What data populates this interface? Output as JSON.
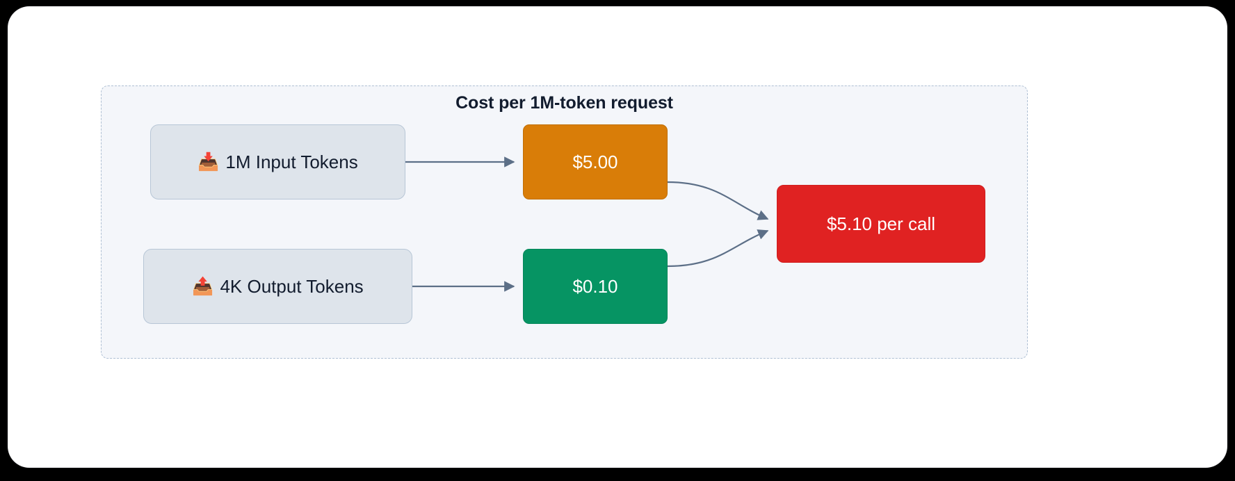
{
  "diagram": {
    "title": "Cost per 1M-token request",
    "type": "flowchart",
    "direction": "left-to-right",
    "background_color": "#ffffff",
    "canvas_color": "#000000",
    "subgraph_fill": "#f4f6fa",
    "subgraph_border": "#aebfd3",
    "edge_color": "#5c6f87"
  },
  "nodes": {
    "input_tokens": {
      "label": "1M Input Tokens",
      "emoji": "📥",
      "emoji_name": "inbox-tray",
      "fill": "#dee4eb",
      "stroke": "#b7c6d6",
      "text_color": "#121c2e"
    },
    "output_tokens": {
      "label": "4K Output Tokens",
      "emoji": "📤",
      "emoji_name": "outbox-tray",
      "fill": "#dee4eb",
      "stroke": "#b7c6d6",
      "text_color": "#121c2e"
    },
    "input_cost": {
      "label": "$5.00",
      "fill": "#d97d08",
      "stroke": "#c06f06",
      "text_color": "#ffffff"
    },
    "output_cost": {
      "label": "$0.10",
      "fill": "#069463",
      "stroke": "#05875a",
      "text_color": "#ffffff"
    },
    "total_cost": {
      "label": "$5.10 per call",
      "fill": "#e02222",
      "stroke": "#cf1e1e",
      "text_color": "#ffffff"
    }
  },
  "edges": [
    {
      "from": "input_tokens",
      "to": "input_cost",
      "label": "",
      "style": "straight-arrow"
    },
    {
      "from": "output_tokens",
      "to": "output_cost",
      "label": "",
      "style": "straight-arrow"
    },
    {
      "from": "input_cost",
      "to": "total_cost",
      "label": "",
      "style": "curved-arrow"
    },
    {
      "from": "output_cost",
      "to": "total_cost",
      "label": "",
      "style": "curved-arrow"
    }
  ]
}
